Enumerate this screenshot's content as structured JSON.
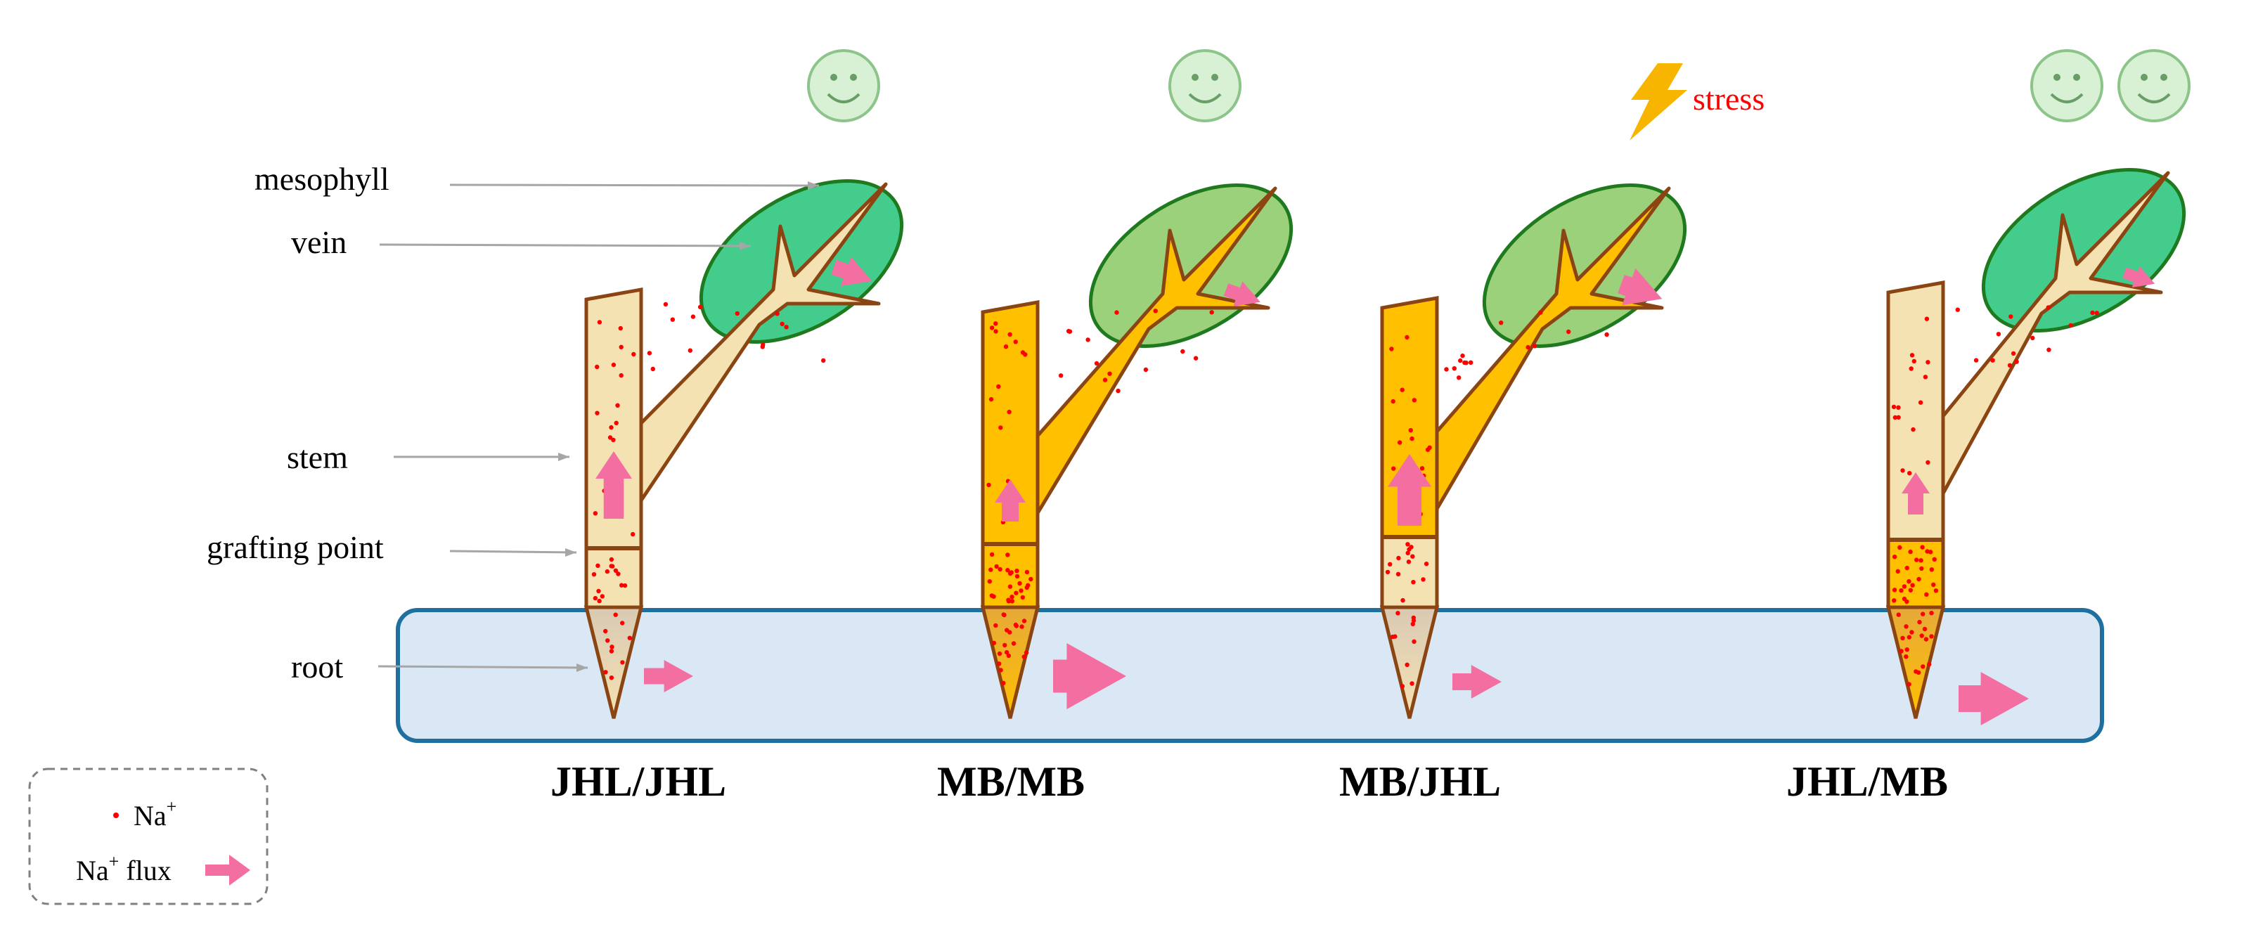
{
  "labels": {
    "mesophyll": "mesophyll",
    "vein": "vein",
    "stem": "stem",
    "grafting_point": "grafting point",
    "root": "root"
  },
  "stress_label": "stress",
  "legend": {
    "na_label": "Na",
    "na_sup": "+",
    "flux_label": "Na",
    "flux_sup": "+",
    "flux_suffix": " flux"
  },
  "plants": [
    {
      "name": "JHL/JHL",
      "faces": 1,
      "stress": false
    },
    {
      "name": "MB/MB",
      "faces": 1,
      "stress": false
    },
    {
      "name": "MB/JHL",
      "faces": 0,
      "stress": true
    },
    {
      "name": "JHL/MB",
      "faces": 2,
      "stress": false
    }
  ],
  "colors": {
    "jhl_tissue": "#f5e2b3",
    "mb_tissue": "#ffc000",
    "outline": "#8b4513",
    "healthy_leaf": "#44cc8c",
    "stressed_leaf": "#9ad17a",
    "leaf_outline": "#1f7a1f",
    "soil_fill": "#dae8f6",
    "soil_outline": "#1f6f9f",
    "flux_arrow": "#f36fa2",
    "na_dot": "#ff0000",
    "face_fill": "#d8f0d4",
    "face_outline": "#8cc48a",
    "bolt": "#f7b500",
    "stress_text": "#ff0000"
  },
  "icons": {
    "face": "smiley-face-icon",
    "bolt": "lightning-bolt-icon"
  }
}
